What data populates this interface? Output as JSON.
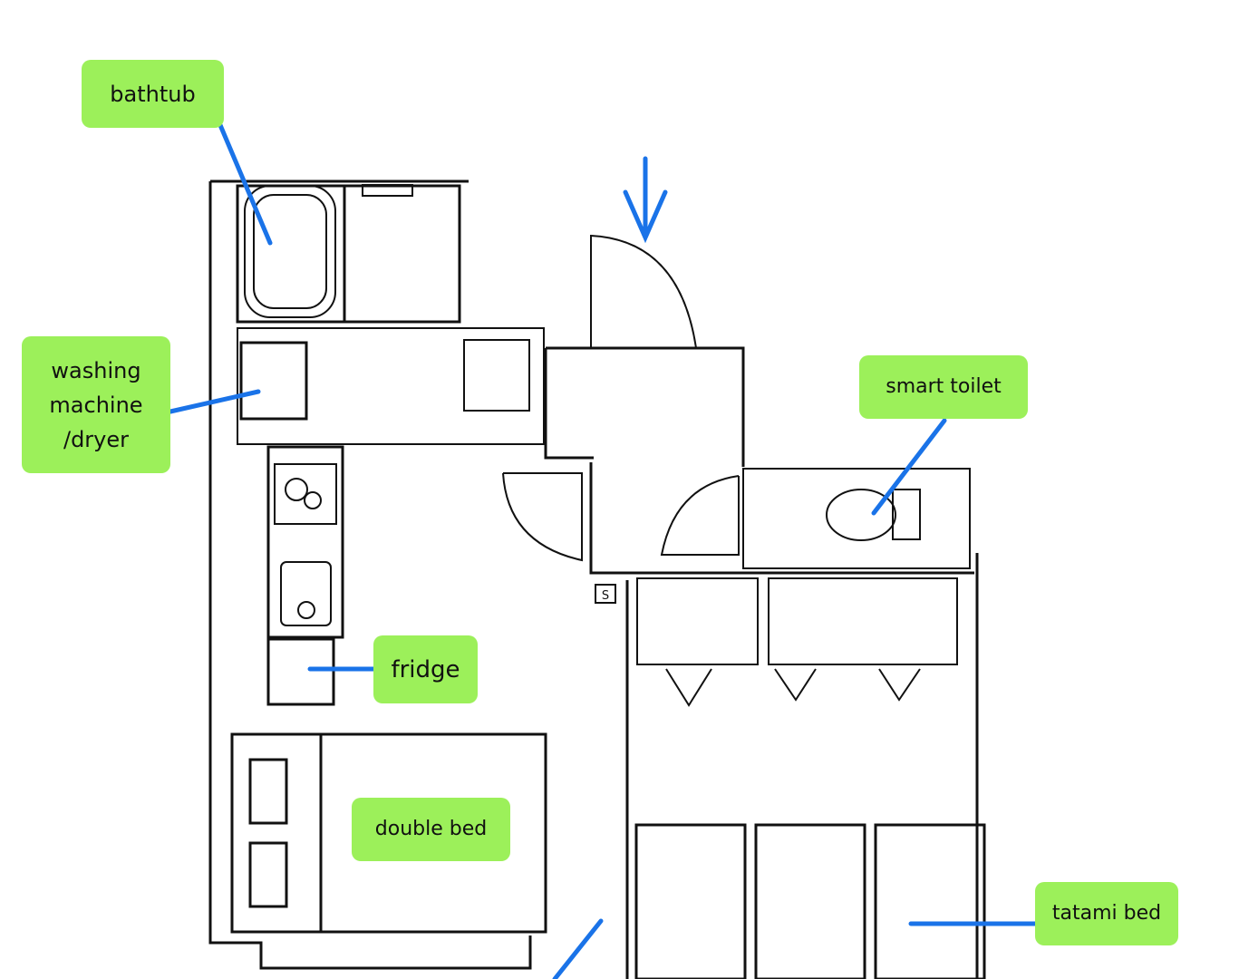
{
  "labels": {
    "bathtub": "bathtub",
    "washing_line1": "washing",
    "washing_line2": "machine",
    "washing_line3": "/dryer",
    "smart_toilet": "smart toilet",
    "fridge": "fridge",
    "double_bed": "double bed",
    "tatami_bed": "tatami bed"
  },
  "closet_sign": "S",
  "colors": {
    "label_bg": "#9cf05a",
    "pointer": "#1a73e8",
    "wall": "#111111"
  }
}
